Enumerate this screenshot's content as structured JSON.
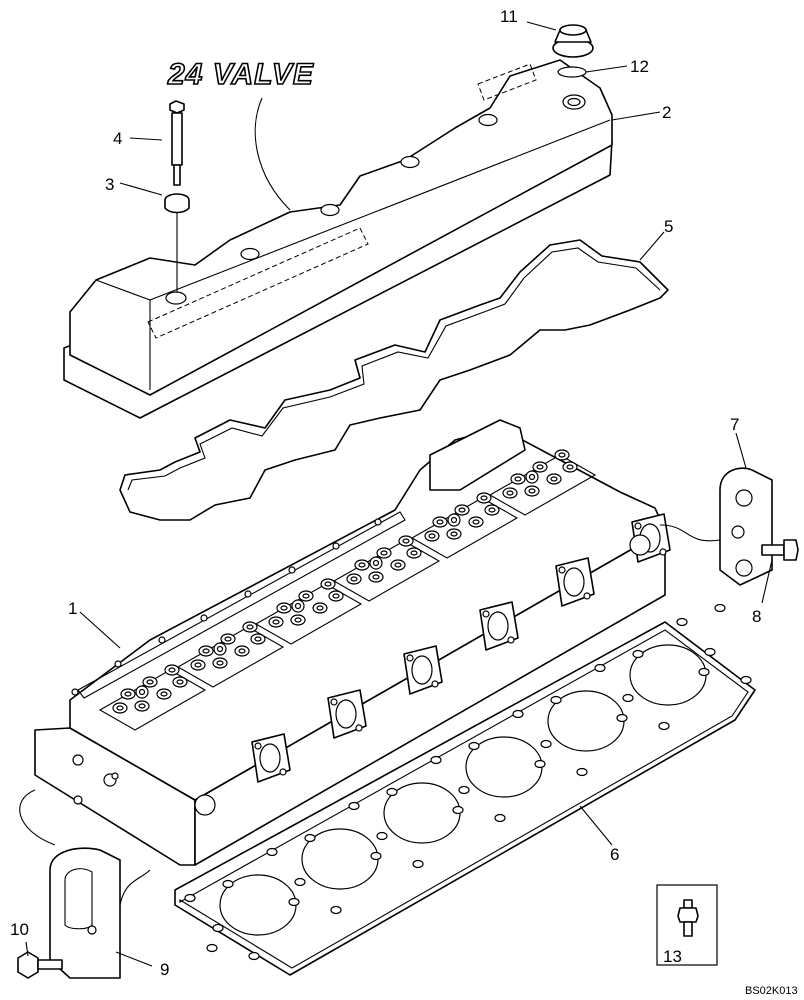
{
  "banner": "24 VALVE",
  "drawing_code": "BS02K013",
  "callouts": [
    {
      "id": "c1",
      "label": "1"
    },
    {
      "id": "c2",
      "label": "2"
    },
    {
      "id": "c3",
      "label": "3"
    },
    {
      "id": "c4",
      "label": "4"
    },
    {
      "id": "c5",
      "label": "5"
    },
    {
      "id": "c6",
      "label": "6"
    },
    {
      "id": "c7",
      "label": "7"
    },
    {
      "id": "c8",
      "label": "8"
    },
    {
      "id": "c9",
      "label": "9"
    },
    {
      "id": "c10",
      "label": "10"
    },
    {
      "id": "c11",
      "label": "11"
    },
    {
      "id": "c12",
      "label": "12"
    },
    {
      "id": "c13",
      "label": "13"
    }
  ]
}
